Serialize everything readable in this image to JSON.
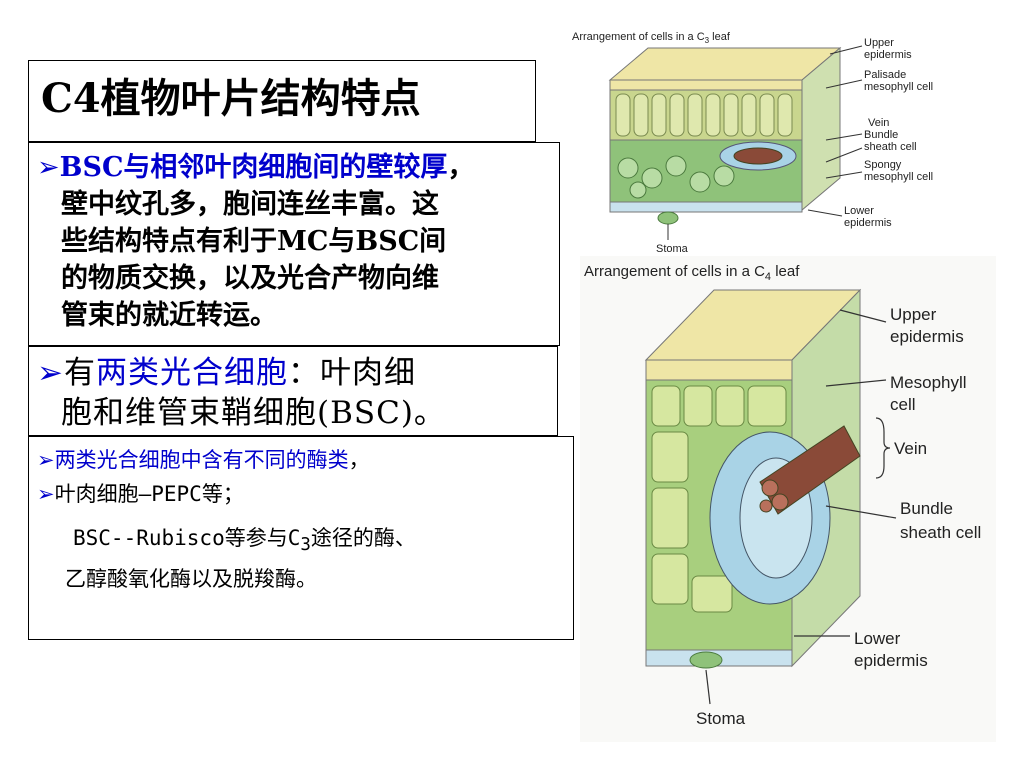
{
  "title": "C4植物叶片结构特点",
  "box1": {
    "line1_highlight": "BSC与相邻叶肉细胞间的壁较厚",
    "line1_rest": "，",
    "line2": "壁中纹孔多，胞间连丝丰富。这",
    "line3": "些结构特点有利于MC与BSC间",
    "line4": "的物质交换，以及光合产物向维",
    "line5": "管束的就近转运。"
  },
  "box2": {
    "prefix": "有",
    "highlight": "两类光合细胞",
    "rest": "：叶肉细",
    "line2": "胞和维管束鞘细胞(BSC)。"
  },
  "box3": {
    "item1_highlight": "两类光合细胞中含有不同的酶类",
    "item1_rest": "，",
    "item2": "叶肉细胞—PEPC等；",
    "item3_pre": "BSC--Rubisco等参与C",
    "item3_sub": "3",
    "item3_post": "途径的酶、",
    "item3_line2": "乙醇酸氧化酶以及脱羧酶。"
  },
  "figure_c3": {
    "title": "Arrangement of cells in a C",
    "title_sub": "3",
    "title_end": " leaf",
    "labels": [
      "Upper",
      "epidermis",
      "Palisade",
      "mesophyll cell",
      "Vein",
      "Bundle",
      "sheath cell",
      "Spongy",
      "mesophyll cell",
      "Lower",
      "epidermis",
      "Stoma"
    ]
  },
  "figure_c4": {
    "title": "Arrangement of cells in a C",
    "title_sub": "4",
    "title_end": " leaf",
    "labels": [
      "Upper",
      "epidermis",
      "Mesophyll",
      "cell",
      "Vein",
      "Bundle",
      "sheath cell",
      "Lower",
      "epidermis",
      "Stoma"
    ]
  },
  "colors": {
    "highlight_blue": "#0000cc",
    "leaf_green": "#8fc27a",
    "sheath_blue": "#a9d3e6",
    "vein_brown": "#8a4a38",
    "epidermis_yellow": "#efe6a6"
  }
}
